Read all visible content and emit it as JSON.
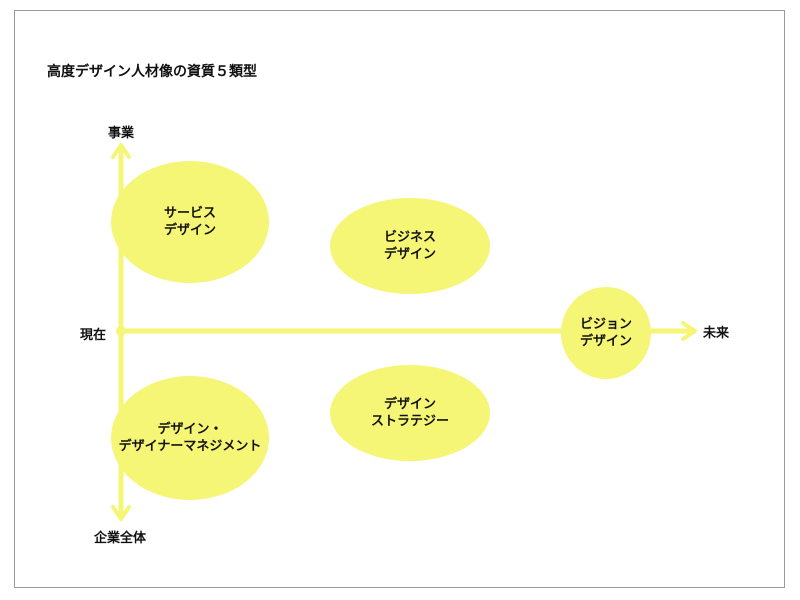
{
  "title": "高度デザイン人材像の資質５類型",
  "axes": {
    "top": "事業",
    "bottom": "企業全体",
    "left": "現在",
    "right": "未来"
  },
  "bubbles": {
    "service_design": {
      "line1": "サービス",
      "line2": "デザイン"
    },
    "business_design": {
      "line1": "ビジネス",
      "line2": "デザイン"
    },
    "vision_design": {
      "line1": "ビジョン",
      "line2": "デザイン"
    },
    "design_strategy": {
      "line1": "デザイン",
      "line2": "ストラテジー"
    },
    "design_management": {
      "line1": "デザイン・",
      "line2": "デザイナーマネジメント"
    }
  },
  "colors": {
    "accent": "#f5f576",
    "text": "#111111",
    "border": "#9a9a9a"
  }
}
